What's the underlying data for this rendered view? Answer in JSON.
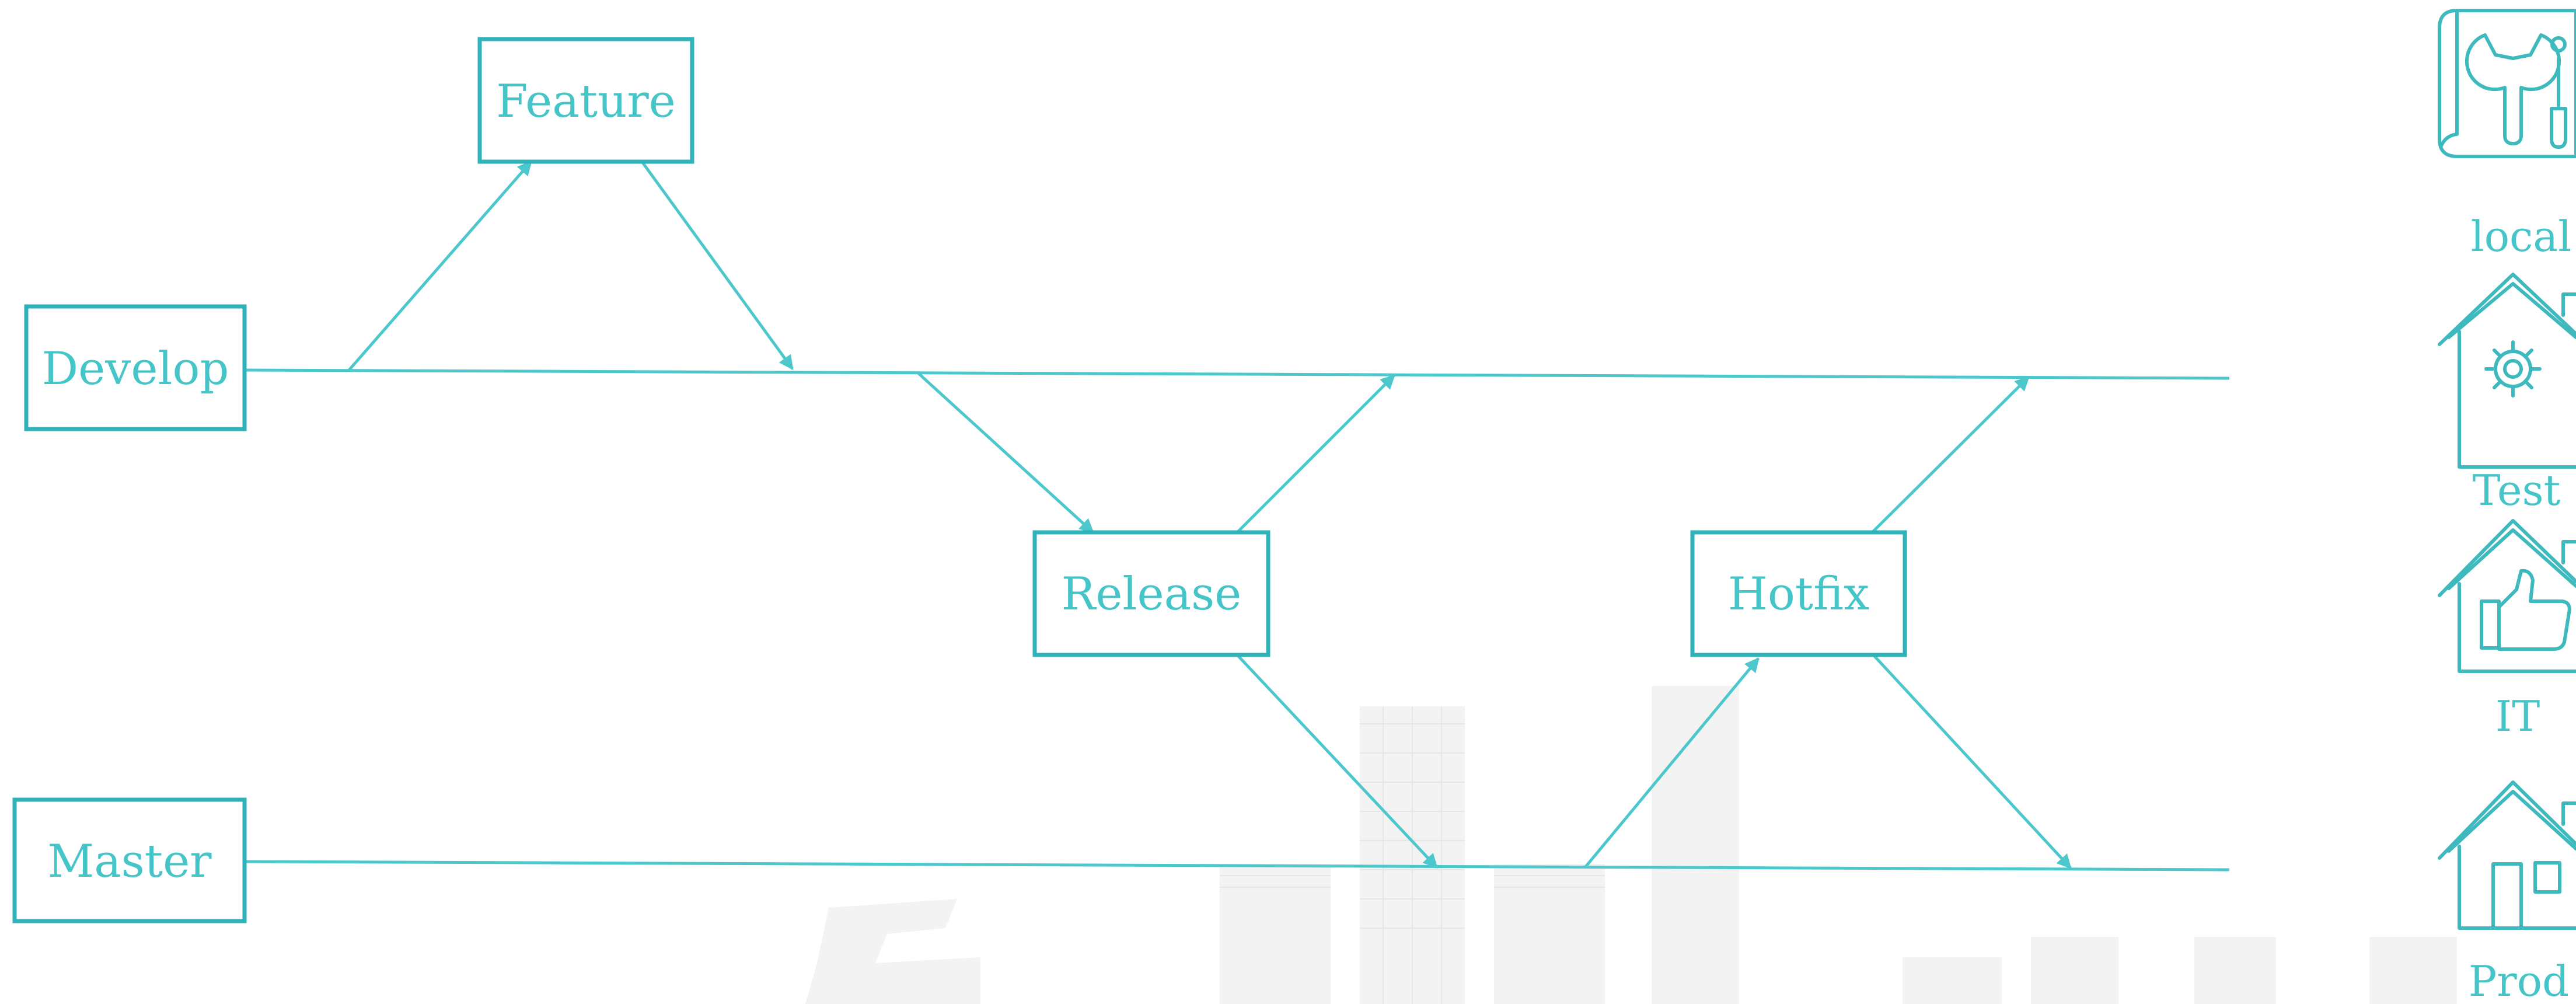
{
  "colors": {
    "accent": "#2fb3b8",
    "line": "#4cc7cb",
    "label": "#46c5c9",
    "watermark": "#f3f3f3"
  },
  "branches": {
    "develop": "Develop",
    "master": "Master",
    "feature": "Feature",
    "release": "Release",
    "hotfix": "Hotfix"
  },
  "environments": [
    {
      "label": "local",
      "icon": "tools-blueprint-icon"
    },
    {
      "label": "Test",
      "icon": "house-gear-icon"
    },
    {
      "label": "IT",
      "icon": "house-thumbs-up-icon"
    },
    {
      "label": "Prod",
      "icon": "house-icon"
    }
  ]
}
